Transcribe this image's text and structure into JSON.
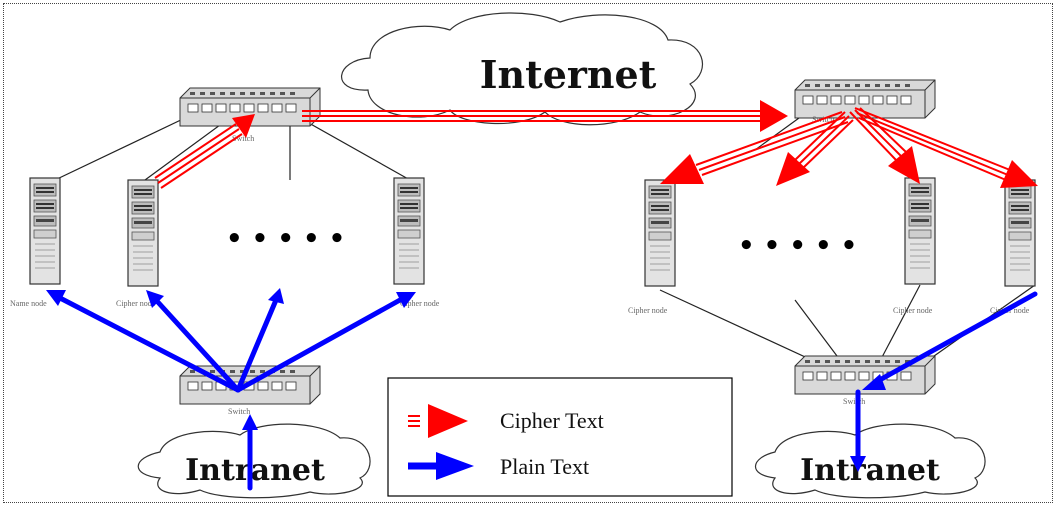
{
  "clouds": {
    "internet": "Internet",
    "intranet_left": "Intranet",
    "intranet_right": "Intranet"
  },
  "devices": {
    "switch_label": "Switch",
    "left_nodes": [
      "Name node",
      "Cipher node",
      "Cipher node"
    ],
    "right_nodes": [
      "Cipher node",
      "Cipher node",
      "Cipher node"
    ]
  },
  "ellipsis": "• • • • •",
  "legend": {
    "cipher_label": "Cipher Text",
    "plain_label": "Plain Text"
  },
  "colors": {
    "cipher": "#ff0000",
    "plain": "#0000ff",
    "device": "#dcdcdc"
  }
}
